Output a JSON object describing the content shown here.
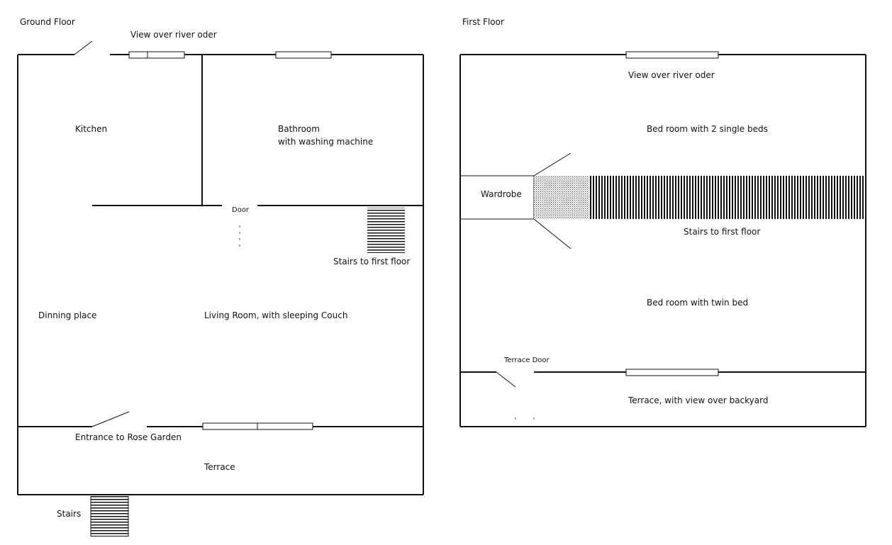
{
  "ground_floor": {
    "title": "Ground Floor",
    "labels": {
      "view": "View over river oder",
      "kitchen": "Kitchen",
      "bathroom_line1": "Bathroom",
      "bathroom_line2": "with washing machine",
      "door": "Door",
      "stairs_first_floor": "Stairs to first floor",
      "dining": "Dinning place",
      "living": "Living Room, with sleeping Couch",
      "entrance": "Entrance to Rose Garden",
      "terrace": "Terrace",
      "stairs": "Stairs"
    }
  },
  "first_floor": {
    "title": "First Floor",
    "labels": {
      "view": "View over river oder",
      "bedroom_single": "Bed room with 2 single beds",
      "wardrobe": "Wardrobe",
      "stairs_first_floor": "Stairs to first floor",
      "bedroom_twin": "Bed room with twin bed",
      "terrace_door": "Terrace Door",
      "terrace": "Terrace, with view over backyard"
    }
  },
  "colors": {
    "line": "#111111",
    "background": "#ffffff"
  }
}
